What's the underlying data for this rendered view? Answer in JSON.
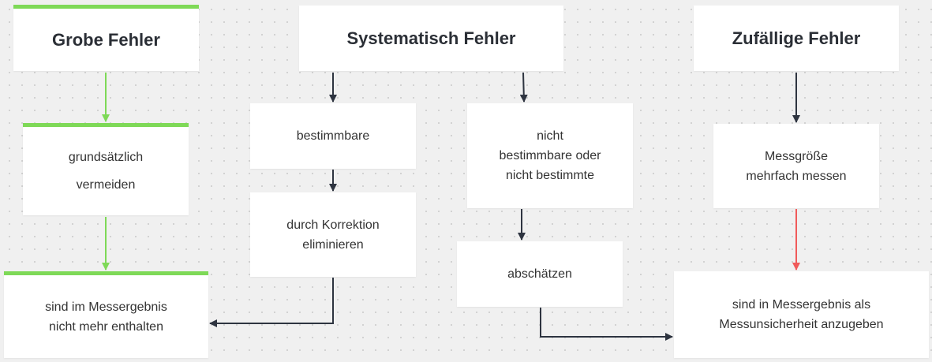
{
  "headers": {
    "grobe": "Grobe Fehler",
    "systematisch": "Systematisch Fehler",
    "zufaellig": "Zufällige Fehler"
  },
  "nodes": {
    "grundsaetzlich": "grundsätzlich\nvermeiden",
    "nicht_enthalten": "sind im Messergebnis\nnicht mehr enthalten",
    "bestimmbare": "bestimmbare",
    "korrektion": "durch Korrektion\neliminieren",
    "nicht_bestimmbare": "nicht\nbestimmbare oder\nnicht bestimmte",
    "abschaetzen": "abschätzen",
    "mehrfach_messen": "Messgröße\nmehrfach messen",
    "messunsicherheit": "sind in Messergebnis als\nMessunsicherheit anzugeben"
  },
  "colors": {
    "background": "#f0f0f0",
    "node": "#ffffff",
    "accent_green": "#7ed957",
    "arrow_dark": "#2e3440",
    "arrow_red": "#f05a5a",
    "text": "#333333"
  }
}
